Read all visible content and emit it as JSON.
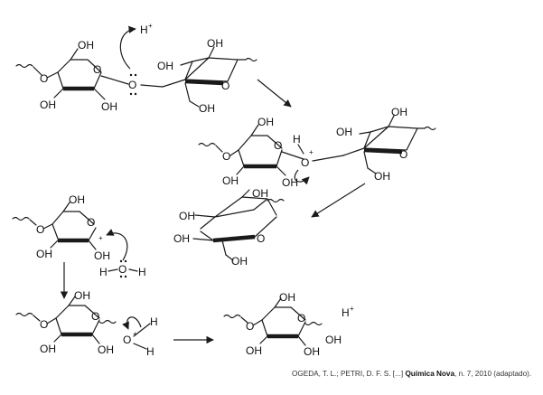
{
  "labels": {
    "hydroxyl": "OH",
    "oxygen": "O",
    "hydrogen": "H",
    "proton": "H",
    "plus": "+"
  },
  "citation": {
    "authors": "OGEDA, T. L.; PETRI, D. F. S. [...]",
    "journal": "Química Nova",
    "details": ", n. 7, 2010 (adaptado)."
  },
  "colors": {
    "ink": "#1a1a1a",
    "background": "#ffffff"
  },
  "icons": [
    "reaction-arrow-icon",
    "curved-electron-arrow-icon",
    "wavy-bond-icon"
  ]
}
